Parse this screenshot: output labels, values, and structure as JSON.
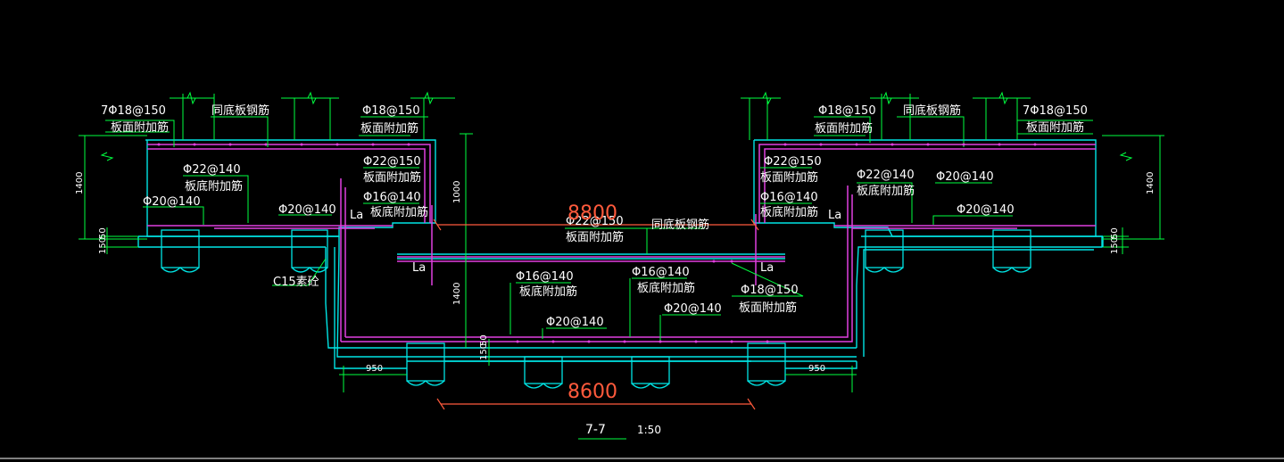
{
  "colors": {
    "background": "#000000",
    "concrete": "#00e5e5",
    "rebar": "#e040e0",
    "leader": "#00ff40",
    "dimension": "#ff5a3c",
    "text": "#ffffff"
  },
  "labels": {
    "l_top_bar": "7Φ18@150",
    "l_top_bar_desc": "板面附加筋",
    "l_same_bottom": "同底板钢筋",
    "l_mid_top_bar": "Φ18@150",
    "l_mid_top_desc": "板面附加筋",
    "l_phi22": "Φ22@140",
    "l_phi22_desc": "板底附加筋",
    "l_phi20_a": "Φ20@140",
    "l_phi20_b": "Φ20@140",
    "l_wall_phi22": "Φ22@150",
    "l_wall_phi22_desc": "板面附加筋",
    "l_wall_phi16": "Φ16@140",
    "l_wall_phi16_desc": "板底附加筋",
    "l_La": "La",
    "l_c15": "C15素砼",
    "r_mid_top_bar": "Φ18@150",
    "r_mid_top_desc": "板面附加筋",
    "r_same_bottom": "同底板钢筋",
    "r_top_bar": "7Φ18@150",
    "r_top_bar_desc": "板面附加筋",
    "r_wall_phi22": "Φ22@150",
    "r_wall_phi22_desc": "板面附加筋",
    "r_wall_phi16": "Φ16@140",
    "r_wall_phi16_desc": "板底附加筋",
    "r_La": "La",
    "r_phi22": "Φ22@140",
    "r_phi22_desc": "板底附加筋",
    "r_phi20_a": "Φ20@140",
    "r_phi20_b": "Φ20@140",
    "c_phi22": "Φ22@150",
    "c_phi22_desc": "板面附加筋",
    "c_same_bottom": "同底板钢筋",
    "c_La_left": "La",
    "c_La_right": "La",
    "c_phi16_a": "Φ16@140",
    "c_phi16_a_desc": "板底附加筋",
    "c_phi16_b": "Φ16@140",
    "c_phi16_b_desc": "板底附加筋",
    "c_phi18": "Φ18@150",
    "c_phi18_desc": "板面附加筋",
    "c_phi20_a": "Φ20@140",
    "c_phi20_b": "Φ20@140",
    "dim_8800_top": "8800",
    "dim_8600_bottom": "8600",
    "dim_1400_left": "1400",
    "dim_1400_right": "1400",
    "dim_1000": "1000",
    "dim_1400_mid": "1400",
    "dim_50_left": "50",
    "dim_150_left": "150",
    "dim_50_right": "50",
    "dim_150_right": "150",
    "dim_50_mid": "50",
    "dim_150_mid": "150",
    "dim_950_left": "950",
    "dim_950_right": "950",
    "section_title": "7-7",
    "section_scale": "1:50"
  }
}
